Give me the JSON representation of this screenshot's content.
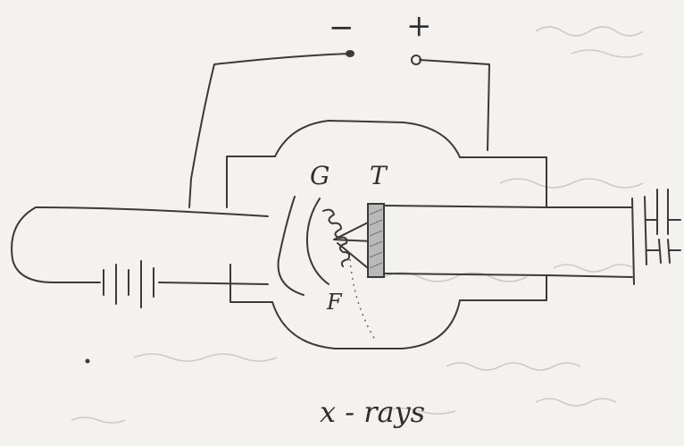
{
  "diagram": {
    "labels": {
      "negative_terminal": "−",
      "positive_terminal": "+",
      "grid_or_cathode": "G",
      "target": "T",
      "filament": "F",
      "output": "x - rays"
    },
    "ink_color": "#3a3a3a",
    "paper_color": "#f4f2ee",
    "target_fill": "#b9b9b9"
  }
}
